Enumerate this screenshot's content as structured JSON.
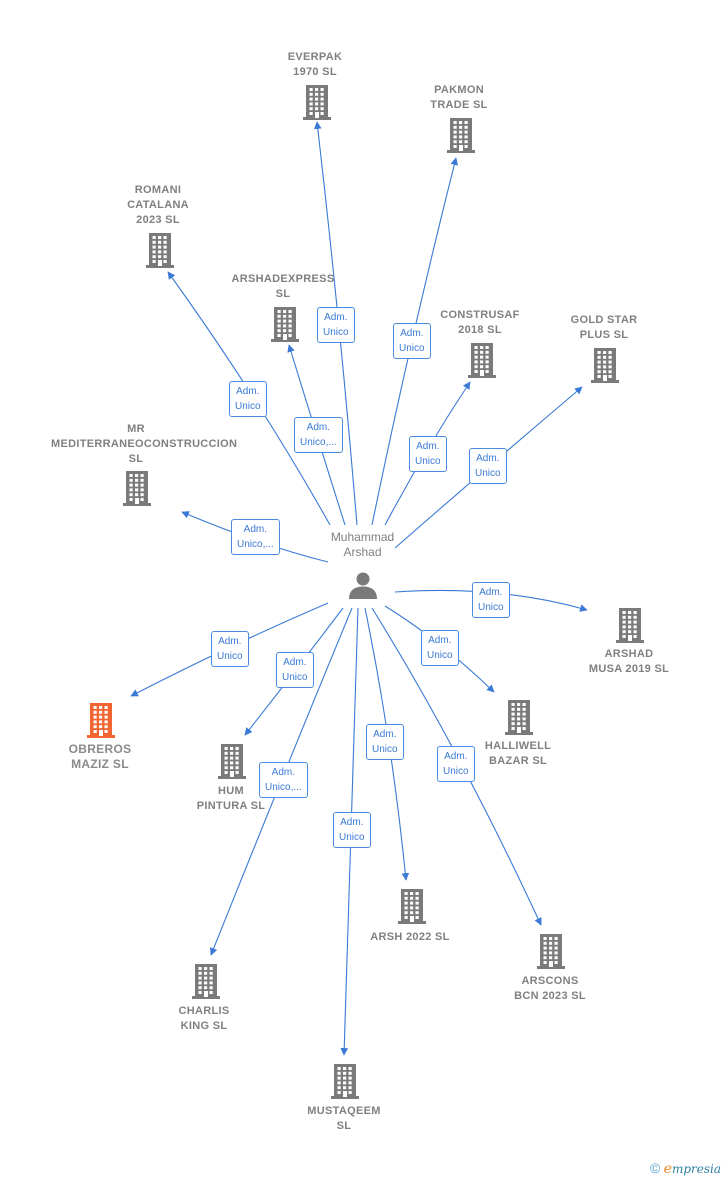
{
  "person": {
    "name": "Muhammad\nArshad",
    "icon": "person-icon"
  },
  "colors": {
    "edge": "#3a7ad6",
    "building": "#7a7a7a",
    "building_highlight": "#f26430",
    "role_border": "#4a8de0",
    "label": "#808080"
  },
  "companies": [
    {
      "id": "everpak",
      "name": "EVERPAK\n1970  SL",
      "icon": "building-icon"
    },
    {
      "id": "pakmon",
      "name": "PAKMON\nTRADE SL",
      "icon": "building-icon"
    },
    {
      "id": "romani",
      "name": "ROMANI\nCATALANA\n2023  SL",
      "icon": "building-icon"
    },
    {
      "id": "arshadexpress",
      "name": "ARSHADEXPRESS\nSL",
      "icon": "building-icon"
    },
    {
      "id": "construsaf",
      "name": "CONSTRUSAF\n2018  SL",
      "icon": "building-icon"
    },
    {
      "id": "goldstar",
      "name": "GOLD STAR\nPLUS  SL",
      "icon": "building-icon"
    },
    {
      "id": "mrmed",
      "name": "MR\nMEDITERRANEOCONSTRUCCION\nSL",
      "icon": "building-icon"
    },
    {
      "id": "arshadmusa",
      "name": "ARSHAD\nMUSA 2019  SL",
      "icon": "building-icon"
    },
    {
      "id": "obreros",
      "name": "OBREROS\nMAZIZ  SL",
      "icon": "building-icon",
      "highlight": true
    },
    {
      "id": "halliwell",
      "name": "HALLIWELL\nBAZAR  SL",
      "icon": "building-icon"
    },
    {
      "id": "humpintura",
      "name": "HUM\nPINTURA  SL",
      "icon": "building-icon"
    },
    {
      "id": "arsh2022",
      "name": "ARSH 2022  SL",
      "icon": "building-icon"
    },
    {
      "id": "arscons",
      "name": "ARSCONS\nBCN 2023  SL",
      "icon": "building-icon"
    },
    {
      "id": "charlis",
      "name": "CHARLIS\nKING SL",
      "icon": "building-icon"
    },
    {
      "id": "mustaqeem",
      "name": "MUSTAQEEM\nSL",
      "icon": "building-icon"
    }
  ],
  "roles": [
    {
      "company": "everpak",
      "label": "Adm.\nUnico"
    },
    {
      "company": "pakmon",
      "label": "Adm.\nUnico"
    },
    {
      "company": "romani",
      "label": "Adm.\nUnico"
    },
    {
      "company": "arshadexpress",
      "label": "Adm.\nUnico,..."
    },
    {
      "company": "construsaf",
      "label": "Adm.\nUnico"
    },
    {
      "company": "goldstar",
      "label": "Adm.\nUnico"
    },
    {
      "company": "mrmed",
      "label": "Adm.\nUnico,..."
    },
    {
      "company": "arshadmusa",
      "label": "Adm.\nUnico"
    },
    {
      "company": "obreros",
      "label": "Adm.\nUnico"
    },
    {
      "company": "halliwell",
      "label": "Adm.\nUnico"
    },
    {
      "company": "humpintura",
      "label": "Adm.\nUnico"
    },
    {
      "company": "arsh2022",
      "label": "Adm.\nUnico"
    },
    {
      "company": "arscons",
      "label": "Adm.\nUnico"
    },
    {
      "company": "charlis",
      "label": "Adm.\nUnico,..."
    },
    {
      "company": "mustaqeem",
      "label": "Adm.\nUnico"
    }
  ],
  "brand": {
    "copyright": "©",
    "e": "e",
    "rest": "mpresia"
  }
}
